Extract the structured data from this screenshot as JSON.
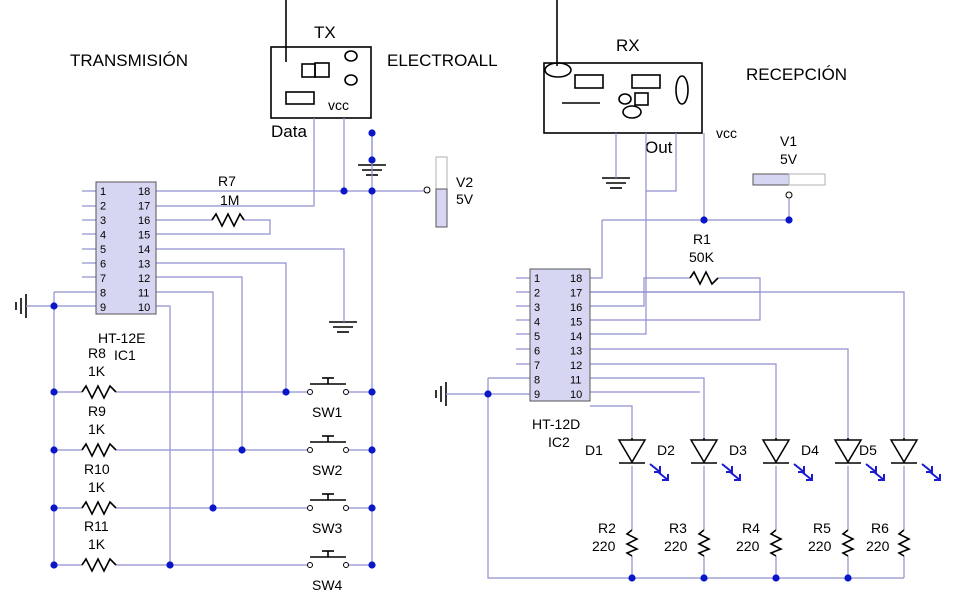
{
  "titles": {
    "transmission": "TRANSMISIÓN",
    "brand": "ELECTROALL",
    "reception": "RECEPCIÓN"
  },
  "tx_module": {
    "name": "TX",
    "vcc": "vcc",
    "data": "Data"
  },
  "rx_module": {
    "name": "RX",
    "out": "Out",
    "vcc": "vcc"
  },
  "supplies": [
    {
      "name": "V2",
      "value": "5V"
    },
    {
      "name": "V1",
      "value": "5V"
    }
  ],
  "encoder": {
    "part": "HT-12E",
    "ref": "IC1",
    "left_pins": [
      "1",
      "2",
      "3",
      "4",
      "5",
      "6",
      "7",
      "8",
      "9"
    ],
    "right_pins": [
      "18",
      "17",
      "16",
      "15",
      "14",
      "13",
      "12",
      "11",
      "10"
    ]
  },
  "decoder": {
    "part": "HT-12D",
    "ref": "IC2",
    "left_pins": [
      "1",
      "2",
      "3",
      "4",
      "5",
      "6",
      "7",
      "8",
      "9"
    ],
    "right_pins": [
      "18",
      "17",
      "16",
      "15",
      "14",
      "13",
      "12",
      "11",
      "10"
    ]
  },
  "resistors_tx": [
    {
      "name": "R7",
      "value": "1M"
    },
    {
      "name": "R8",
      "value": "1K"
    },
    {
      "name": "R9",
      "value": "1K"
    },
    {
      "name": "R10",
      "value": "1K"
    },
    {
      "name": "R11",
      "value": "1K"
    }
  ],
  "switches": [
    "SW1",
    "SW2",
    "SW3",
    "SW4"
  ],
  "r1": {
    "name": "R1",
    "value": "50K"
  },
  "leds": [
    "D1",
    "D2",
    "D3",
    "D4",
    "D5"
  ],
  "led_resistors": [
    {
      "name": "R2",
      "value": "220"
    },
    {
      "name": "R3",
      "value": "220"
    },
    {
      "name": "R4",
      "value": "220"
    },
    {
      "name": "R5",
      "value": "220"
    },
    {
      "name": "R6",
      "value": "220"
    }
  ],
  "colors": {
    "wire": "#8f8fcf",
    "junction": "#0a16c8",
    "ic_fill": "#d6d6f2",
    "led_arrow": "#1a1ad0"
  }
}
